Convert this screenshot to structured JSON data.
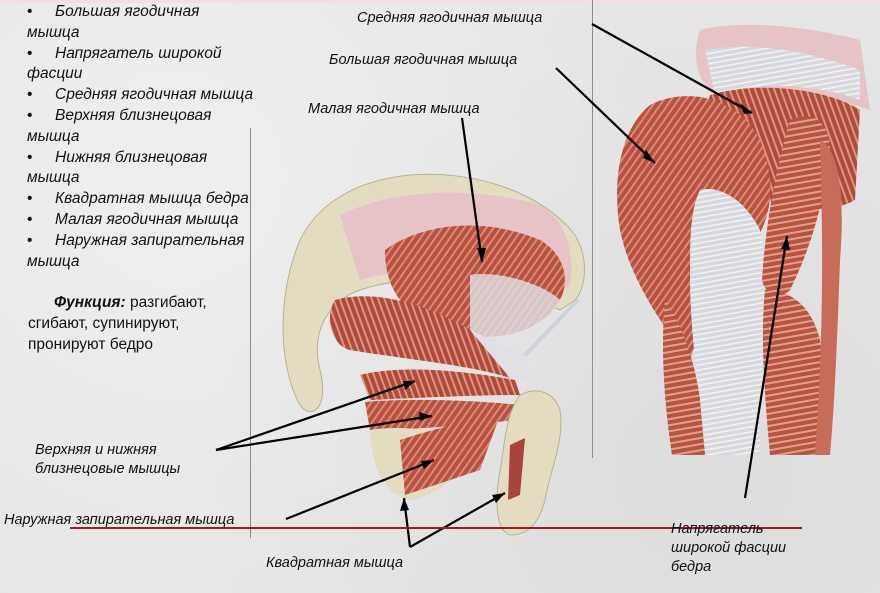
{
  "slide": {
    "muscle_list": [
      {
        "line1": "Большая ягодичная",
        "line2": "мышца"
      },
      {
        "line1": "Напрягатель широкой",
        "line2": "фасции"
      },
      {
        "line1": "Средняя ягодичная мышца",
        "line2": ""
      },
      {
        "line1": "Верхняя близнецовая",
        "line2": "мышца"
      },
      {
        "line1": "Нижняя близнецовая",
        "line2": "мышца"
      },
      {
        "line1": "Квадратная мышца бедра",
        "line2": ""
      },
      {
        "line1": "Малая ягодичная мышца",
        "line2": ""
      },
      {
        "line1": "Наружная запирательная",
        "line2": "мышца"
      }
    ],
    "bullet_symbol": "•",
    "function": {
      "label": "Функция:",
      "text_line1": "разгибают,",
      "text_line2": "сгибают, супинируют,",
      "text_line3": "пронируют бедро"
    },
    "labels": {
      "gluteus_medius": "Средняя ягодичная мышца",
      "gluteus_maximus": "Большая ягодичная мышца",
      "gluteus_minimus": "Малая ягодичная мышца",
      "gemelli_line1": "Верхняя и нижняя",
      "gemelli_line2": "близнецовые мышцы",
      "obturator_externus": "Наружная запирательная мышца",
      "quadratus_femoris": "Квадратная мышца",
      "tfl_line1": "Напрягатель",
      "tfl_line2": "широкой фасции",
      "tfl_line3": "бедра"
    },
    "colors": {
      "background": "#e6e6e6",
      "muscle": "#b8503f",
      "muscle_light": "#d98a78",
      "tendon": "#d9dbe0",
      "bone": "#e3dcc0",
      "accent_line": "#9b1c22",
      "pointer": "#000000"
    }
  }
}
